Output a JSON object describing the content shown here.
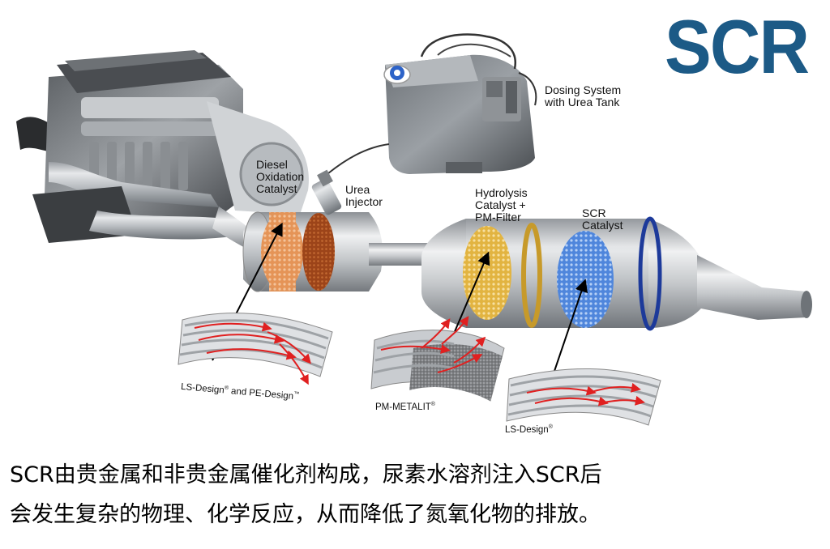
{
  "badge": "SCR",
  "labels": {
    "dosing_system": "Dosing System\nwith Urea Tank",
    "doc": "Diesel\nOxidation\nCatalyst",
    "urea_injector": "Urea\nInjector",
    "hydrolysis": "Hydrolysis\nCatalyst +\nPM-Filter",
    "scr_catalyst": "SCR\nCatalyst"
  },
  "substrates": {
    "ls_pe": {
      "text": "LS-Design",
      "mark1": "®",
      "text2": " and PE-Design",
      "mark2": "™"
    },
    "pm_metalit": {
      "text": "PM-METALIT",
      "mark": "®"
    },
    "ls": {
      "text": "LS-Design",
      "mark": "®"
    }
  },
  "caption": {
    "line1": "SCR由贵金属和非贵金属催化剂构成，尿素水溶剂注入SCR后",
    "line2": "会发生复杂的物理、化学反应，从而降低了氮氧化物的排放。"
  },
  "colors": {
    "badge": "#1c5a86",
    "doc_core": "#e08a4a",
    "doc_core2": "#a0481c",
    "hydrolysis_core": "#e8c050",
    "scr_core": "#5a8ee0",
    "scr_ring": "#1d3a9a",
    "flow_arrows": "#e02020"
  }
}
